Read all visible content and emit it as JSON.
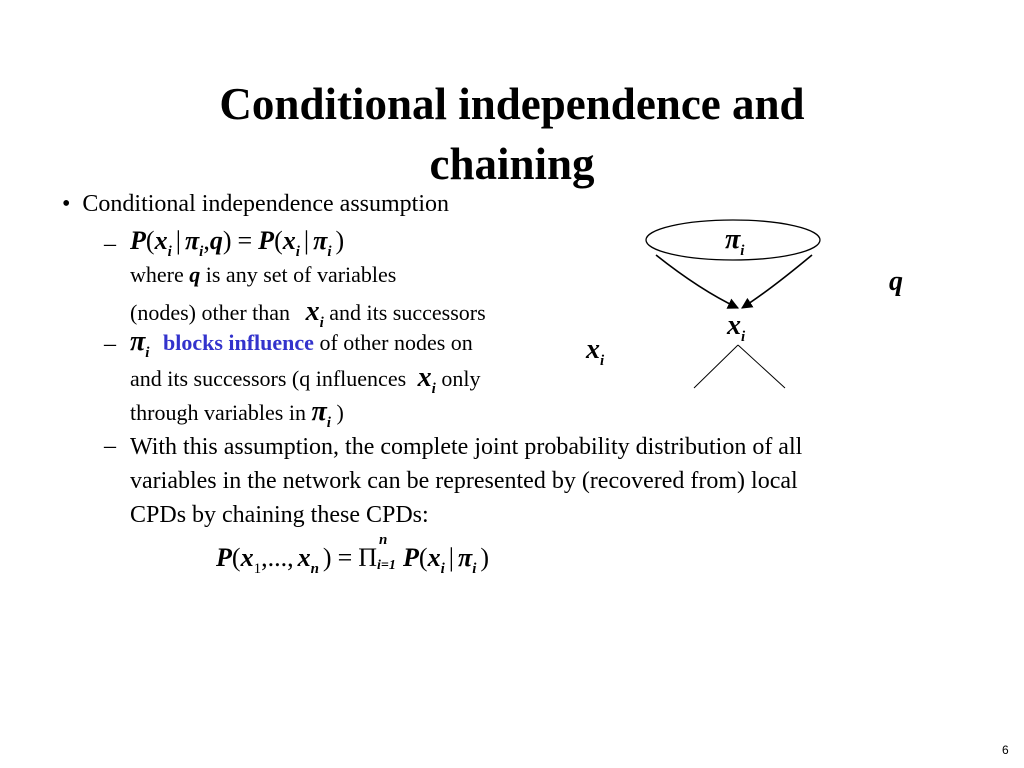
{
  "slide": {
    "title_line1": "Conditional independence and",
    "title_line2": "chaining",
    "page_number": "6"
  },
  "bullets": {
    "main_bullet_marker": "•",
    "main_text": "Conditional independence assumption",
    "dash": "–",
    "formula1": {
      "P1": "P",
      "open1": "(",
      "x": "x",
      "i1": "i",
      "bar1": "|",
      "pi1": "π",
      "i2": "i",
      "comma": ",",
      "q": "q",
      "close1": ")",
      "eq": "=",
      "P2": "P",
      "open2": "(",
      "x2": "x",
      "i3": "i",
      "bar2": "|",
      "pi2": "π",
      "i4": "i",
      "close2": ")"
    },
    "where_prefix": "where",
    "where_q": "q",
    "where_rest": "is any set of variables",
    "nodes_text": "(nodes) other than",
    "nodes_x": "x",
    "nodes_i": "i",
    "nodes_rest": "and its successors",
    "blocks_pi": "π",
    "blocks_i": "i",
    "blocks_label": "blocks influence",
    "blocks_rest": "of other nodes on",
    "succ_text": "and its successors (q influences",
    "succ_x": "x",
    "succ_i": "i",
    "succ_rest": "only",
    "through_text": "through variables in",
    "through_pi": "π",
    "through_i": "i",
    "through_close": ")",
    "assumption_line1": "With this assumption, the complete  joint probability distribution of all",
    "assumption_line2": "variables in the network can be represented by (recovered from) local",
    "assumption_line3": "CPDs by chaining these CPDs:"
  },
  "chain_formula": {
    "P1": "P",
    "open1": "(",
    "x1": "x",
    "one": "1",
    "dots": ",...,",
    "xn": "x",
    "n": "n",
    "close1": ")",
    "eq": "=",
    "prod": "Π",
    "sup_n": "n",
    "sub_i1": "i=1",
    "P2": "P",
    "open2": "(",
    "x": "x",
    "i": "i",
    "bar": "|",
    "pi": "π",
    "pi_i": "i",
    "close2": ")"
  },
  "diagram": {
    "pi_label": "π",
    "pi_sub": "i",
    "q_label": "q",
    "x_label": "x",
    "x_sub": "i",
    "side_x": "x",
    "side_i": "i"
  }
}
